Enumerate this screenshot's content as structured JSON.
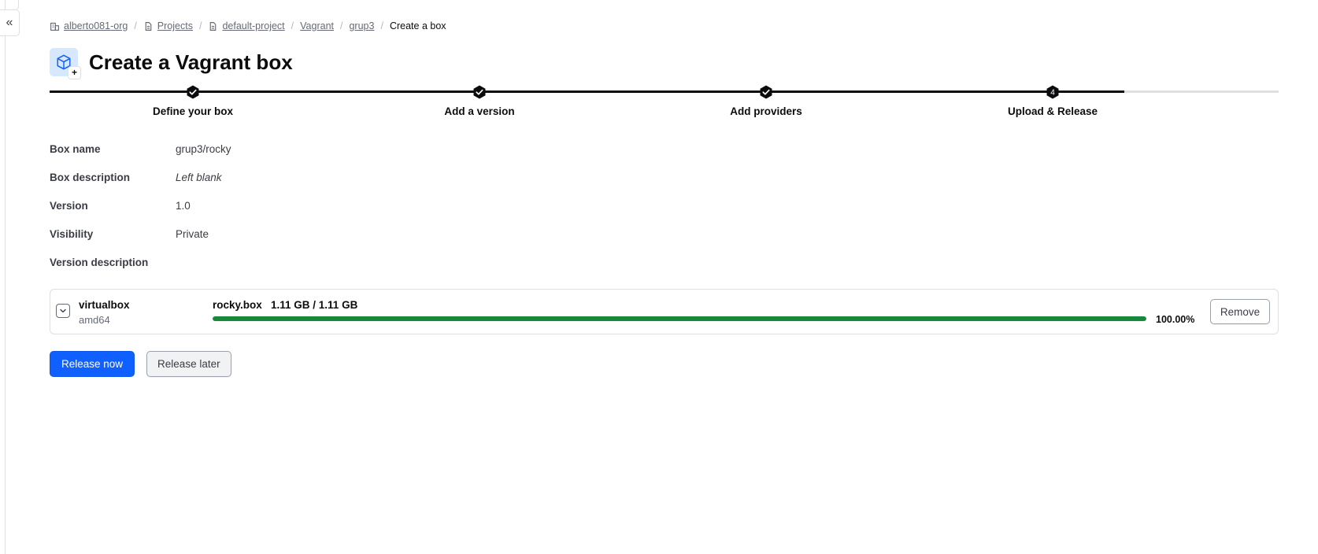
{
  "sidebar": {
    "collapse_label": "«"
  },
  "breadcrumb": {
    "items": [
      {
        "label": "alberto081-org",
        "icon": "org-icon"
      },
      {
        "label": "Projects",
        "icon": "file-icon"
      },
      {
        "label": "default-project",
        "icon": "file-icon"
      },
      {
        "label": "Vagrant"
      },
      {
        "label": "grup3"
      }
    ],
    "current": "Create a box"
  },
  "header": {
    "title": "Create a Vagrant box",
    "icon": "box-icon",
    "badge": "+"
  },
  "stepper": {
    "steps": [
      {
        "label": "Define your box",
        "status": "complete"
      },
      {
        "label": "Add a version",
        "status": "complete"
      },
      {
        "label": "Add providers",
        "status": "complete"
      },
      {
        "label": "Upload & Release",
        "status": "active",
        "number": "4"
      }
    ]
  },
  "details": {
    "box_name_label": "Box name",
    "box_name_value": "grup3/rocky",
    "box_description_label": "Box description",
    "box_description_value": "Left blank",
    "version_label": "Version",
    "version_value": "1.0",
    "visibility_label": "Visibility",
    "visibility_value": "Private",
    "version_description_label": "Version description"
  },
  "provider": {
    "name": "virtualbox",
    "architecture": "amd64",
    "file_name": "rocky.box",
    "file_size": "1.11 GB / 1.11 GB",
    "progress_percent": 100,
    "progress_label": "100.00%",
    "remove_label": "Remove",
    "progress_color": "#168a3a"
  },
  "actions": {
    "release_now": "Release now",
    "release_later": "Release later"
  },
  "colors": {
    "primary": "#1060ff",
    "text": "#0c0c0e",
    "muted": "#656a76"
  }
}
